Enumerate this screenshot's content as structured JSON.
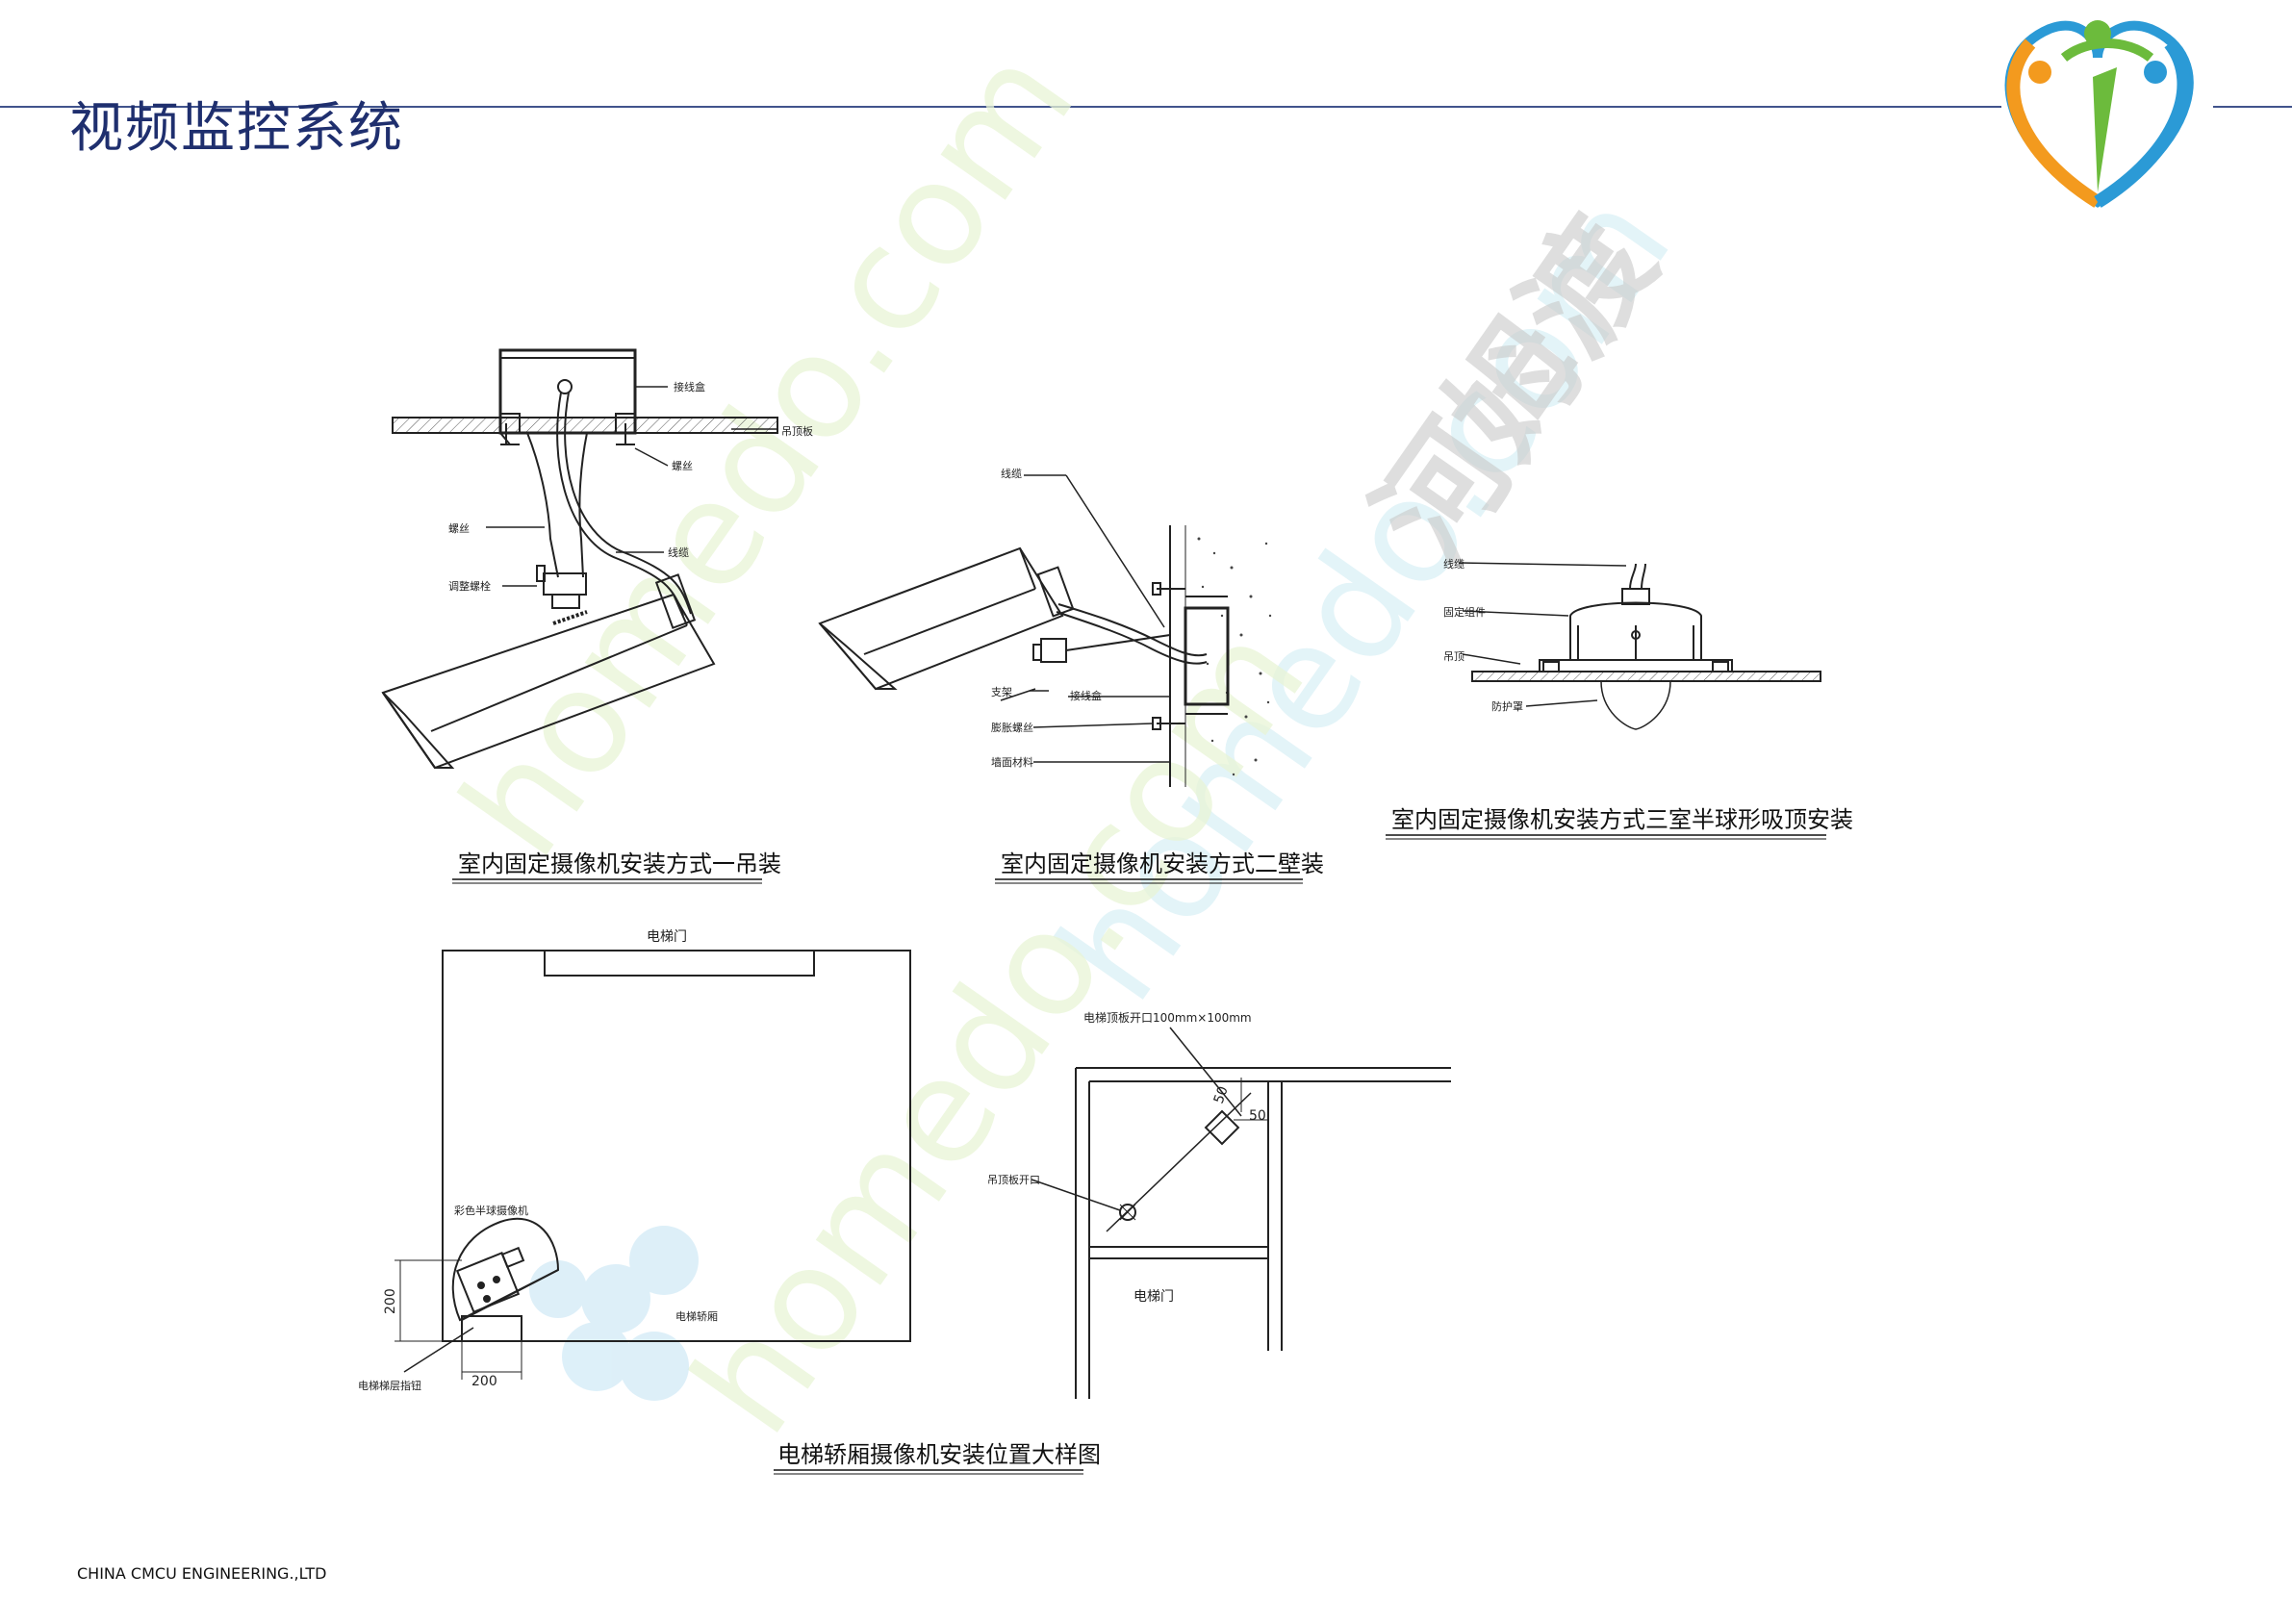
{
  "header": {
    "title": "视频监控系统"
  },
  "footer": {
    "company": "CHINA CMCU ENGINEERING.,LTD"
  },
  "watermarks": {
    "brand_cn": "河姆渡",
    "site": "homedo.com"
  },
  "colors": {
    "title": "#1f2f6e",
    "rule": "#41548c",
    "drawing": "#222222"
  },
  "diagram1": {
    "caption": "室内固定摄像机安装方式一吊装",
    "labels": {
      "junction_box": "接线盒",
      "ceiling": "吊顶板",
      "screw_top": "螺丝",
      "screw_left": "螺丝",
      "cable": "线缆",
      "adjust_screw": "调整螺栓"
    }
  },
  "diagram2": {
    "caption": "室内固定摄像机安装方式二壁装",
    "labels": {
      "cable": "线缆",
      "bracket": "支架",
      "junction_box": "接线盒",
      "expansion_screw": "膨胀螺丝",
      "wall_material": "墙面材料"
    }
  },
  "diagram3": {
    "caption": "室内固定摄像机安装方式三室半球形吸顶安装",
    "labels": {
      "cable": "线缆",
      "fixing": "固定组件",
      "ceiling": "吊顶",
      "cover": "防护罩"
    }
  },
  "diagram4": {
    "caption": "电梯轿厢摄像机安装位置大样图",
    "labels": {
      "elevator_door": "电梯门",
      "dome_camera": "彩色半球摄像机",
      "elevator_car": "电梯轿厢",
      "ceiling_lamp": "电梯梯层指钮",
      "dim_v": "200",
      "dim_h": "200"
    }
  },
  "diagram5": {
    "labels": {
      "opening_size": "电梯顶板开口100mm×100mm",
      "dim_a": "50",
      "dim_b": "50",
      "ceiling_opening": "吊顶板开口",
      "elevator_door": "电梯门"
    }
  }
}
